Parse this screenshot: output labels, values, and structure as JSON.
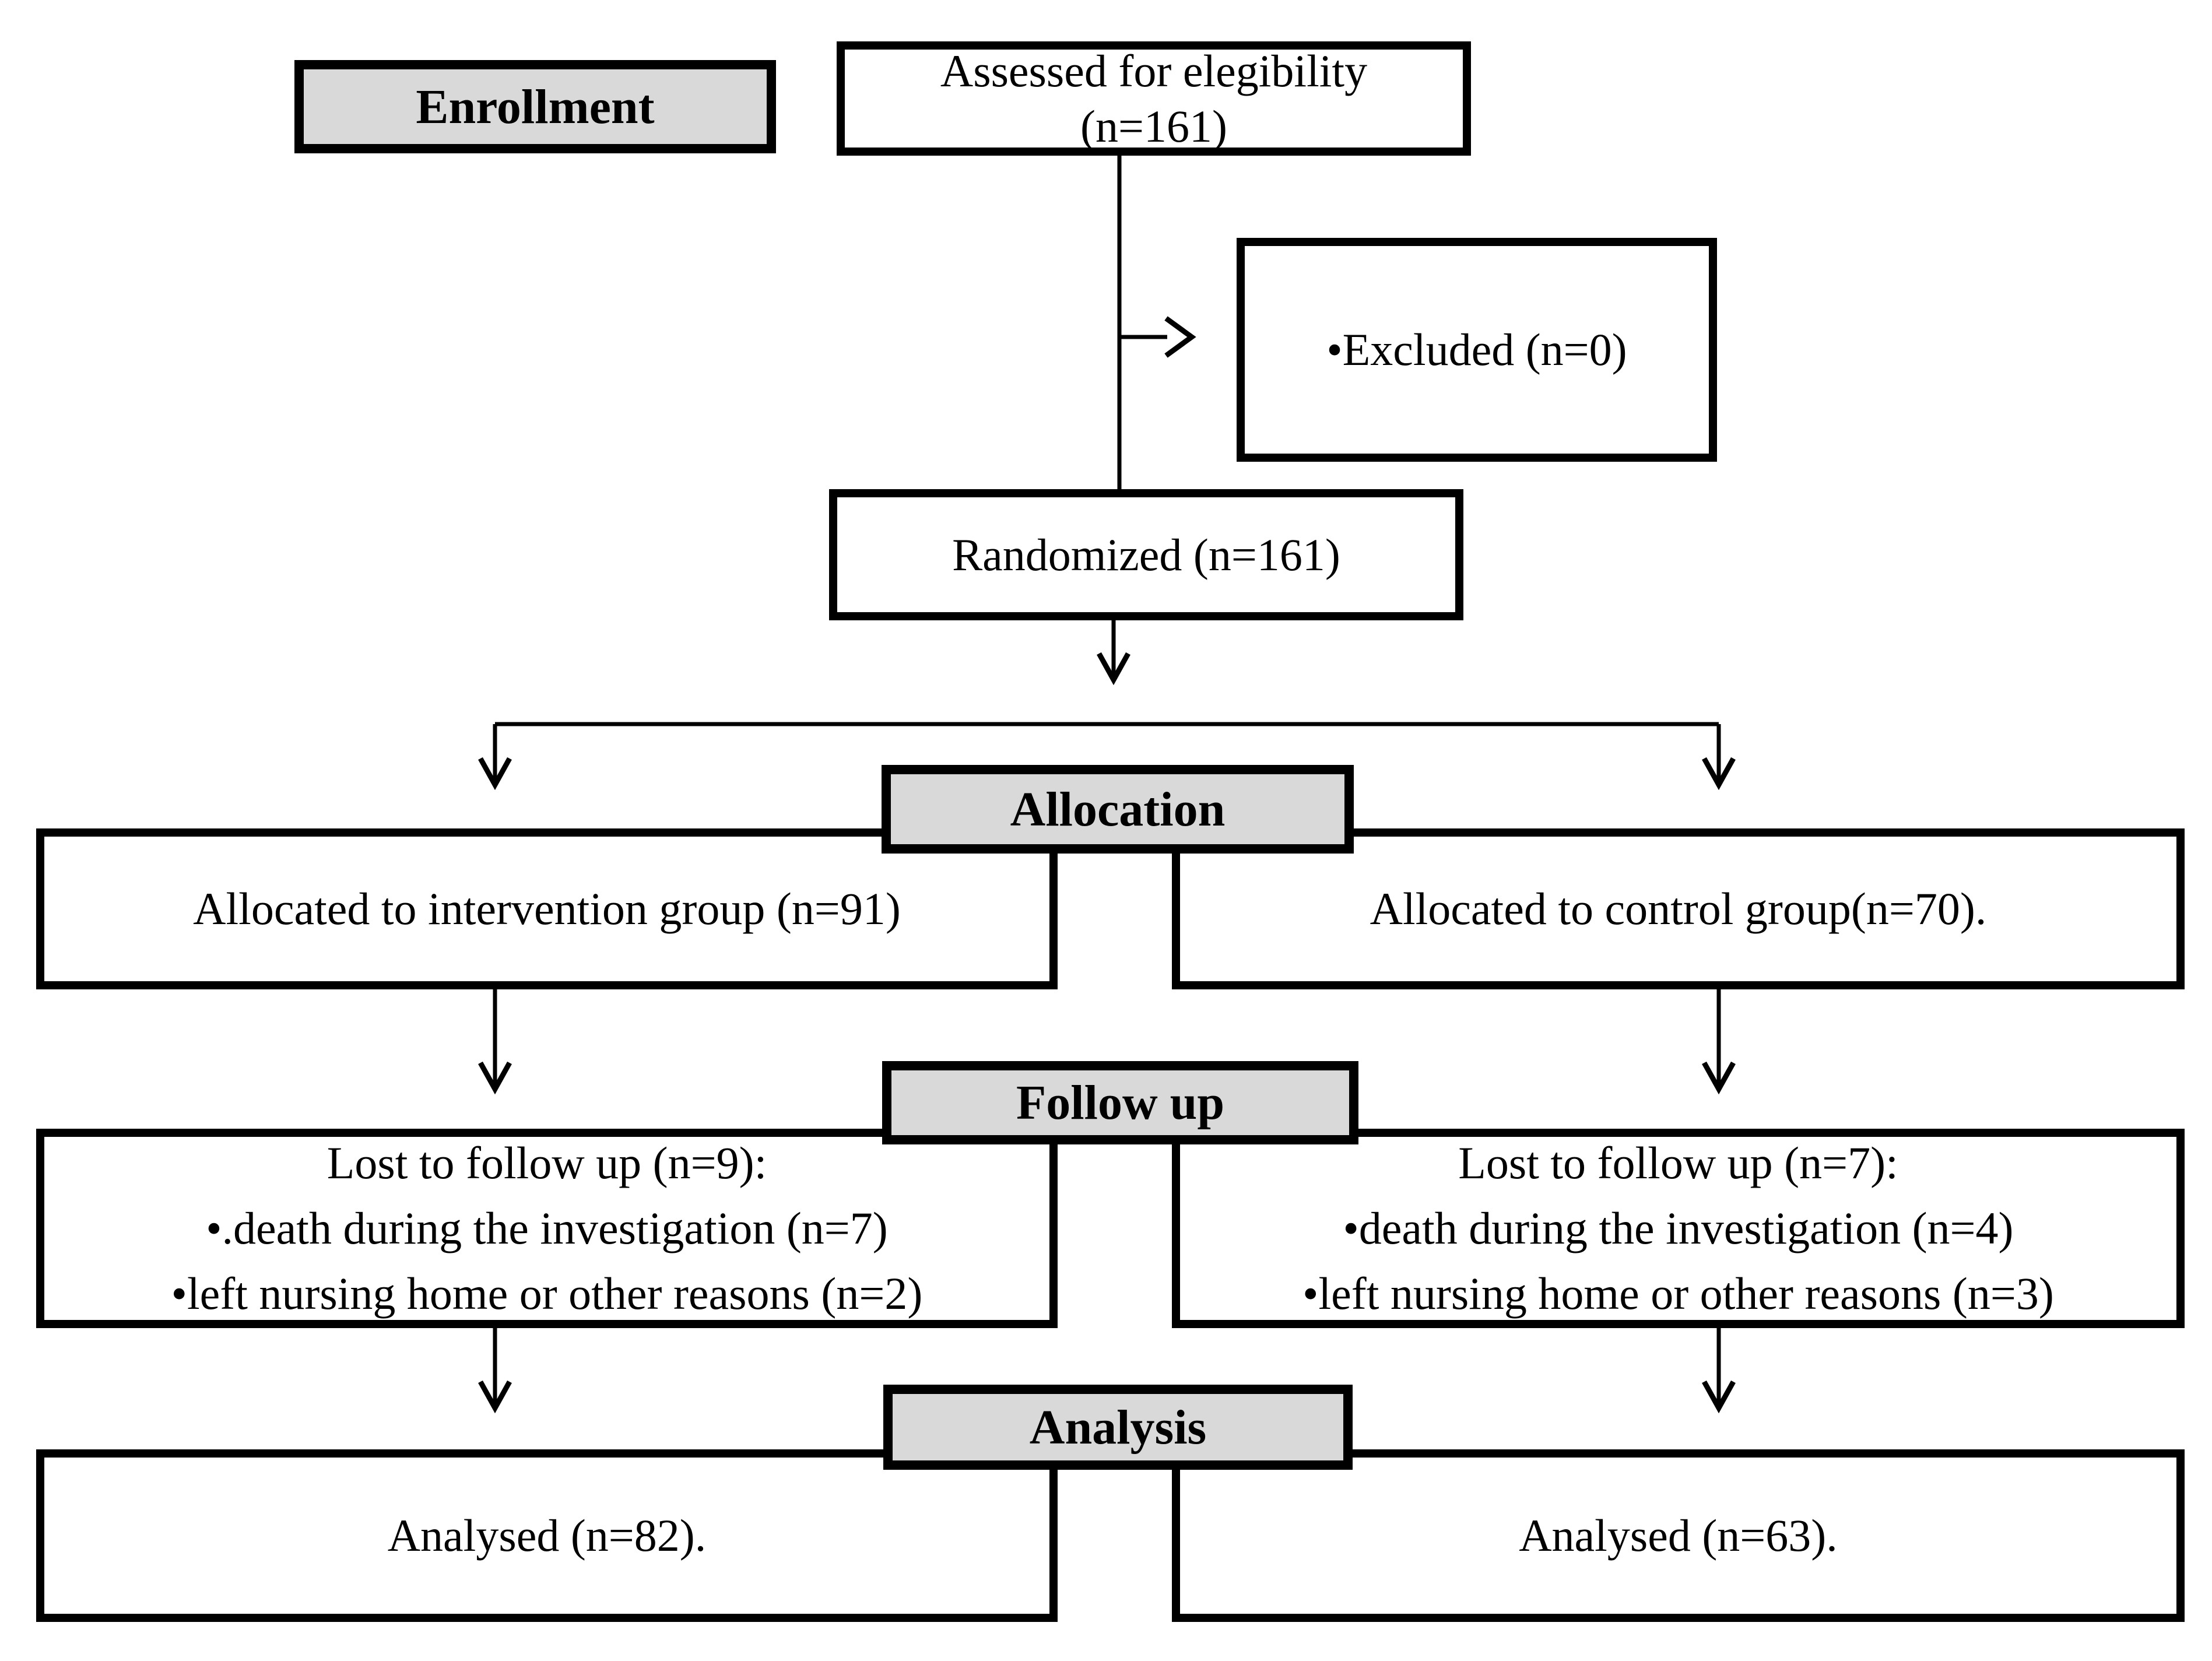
{
  "stages": {
    "enrollment": "Enrollment",
    "allocation": "Allocation",
    "followup": "Follow up",
    "analysis": "Analysis"
  },
  "boxes": {
    "assessed": {
      "lines": [
        "Assessed for elegibility",
        "(n=161)"
      ]
    },
    "excluded": {
      "lines": [
        "•Excluded (n=0)"
      ]
    },
    "randomized": {
      "lines": [
        "Randomized (n=161)"
      ]
    },
    "alloc_intervention": {
      "lines": [
        "Allocated to intervention group (n=91)"
      ]
    },
    "alloc_control": {
      "lines": [
        "Allocated to control group(n=70)."
      ]
    },
    "fu_intervention": {
      "lines": [
        "Lost to follow up (n=9):",
        "•.death during the investigation (n=7)",
        "•left nursing home or other reasons (n=2)"
      ]
    },
    "fu_control": {
      "lines": [
        "Lost to follow up (n=7):",
        "•death during the investigation (n=4)",
        "•left nursing home or other reasons (n=3)"
      ]
    },
    "analysed_intervention": {
      "lines": [
        "Analysed (n=82)."
      ]
    },
    "analysed_control": {
      "lines": [
        "Analysed (n=63)."
      ]
    }
  },
  "counts": {
    "assessed": 161,
    "excluded": 0,
    "randomized": 161,
    "allocated_intervention": 91,
    "allocated_control": 70,
    "lost_followup_intervention": 9,
    "death_intervention": 7,
    "left_home_intervention": 2,
    "lost_followup_control": 7,
    "death_control": 4,
    "left_home_control": 3,
    "analysed_intervention": 82,
    "analysed_control": 63
  },
  "colors": {
    "stage_fill": "#d9d9d9",
    "box_fill": "#ffffff",
    "line": "#000000",
    "text": "#000000"
  }
}
